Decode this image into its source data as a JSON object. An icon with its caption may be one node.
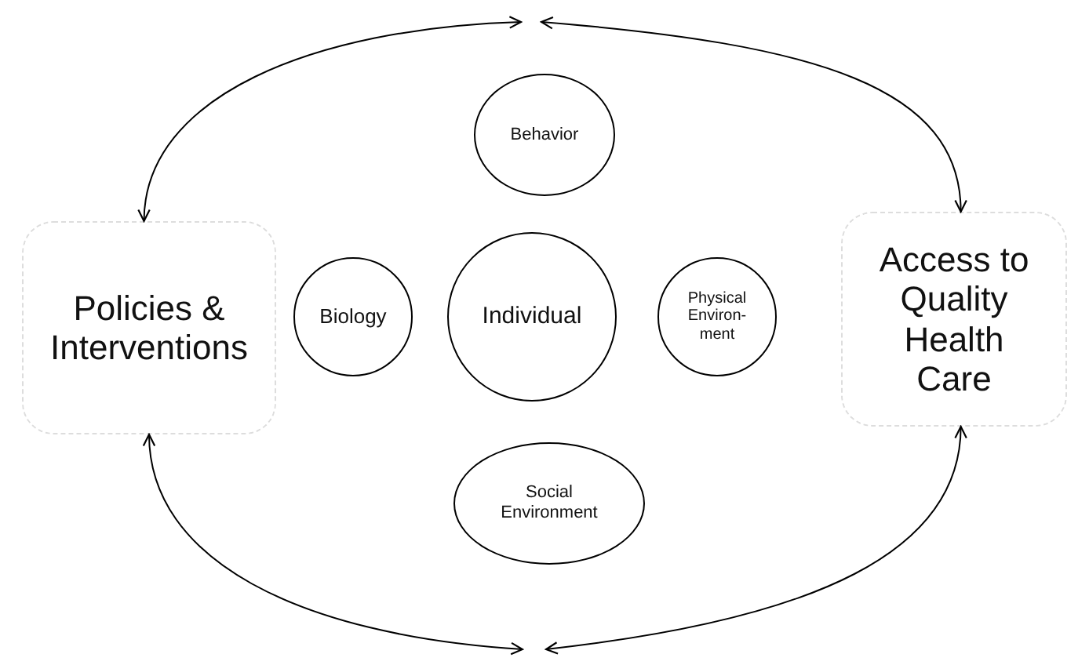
{
  "diagram": {
    "nodes": [
      {
        "text": [
          "Behavior"
        ]
      },
      {
        "text": [
          "Policies & Interventions"
        ]
      },
      {
        "text": [
          "Biology"
        ]
      },
      {
        "text": [
          "Individual"
        ]
      },
      {
        "text": [
          "Physical Environ- ment"
        ]
      },
      {
        "text": [
          "Access to Quality Health Care"
        ]
      },
      {
        "text": [
          "Social Environment"
        ]
      }
    ],
    "edges": [
      {
        "from": null,
        "to": 1,
        "arrow": "both"
      },
      {
        "from": null,
        "to": 5,
        "arrow": "both"
      },
      {
        "from": null,
        "to": 1,
        "arrow": "both"
      },
      {
        "from": null,
        "to": 5,
        "arrow": "both"
      }
    ]
  }
}
